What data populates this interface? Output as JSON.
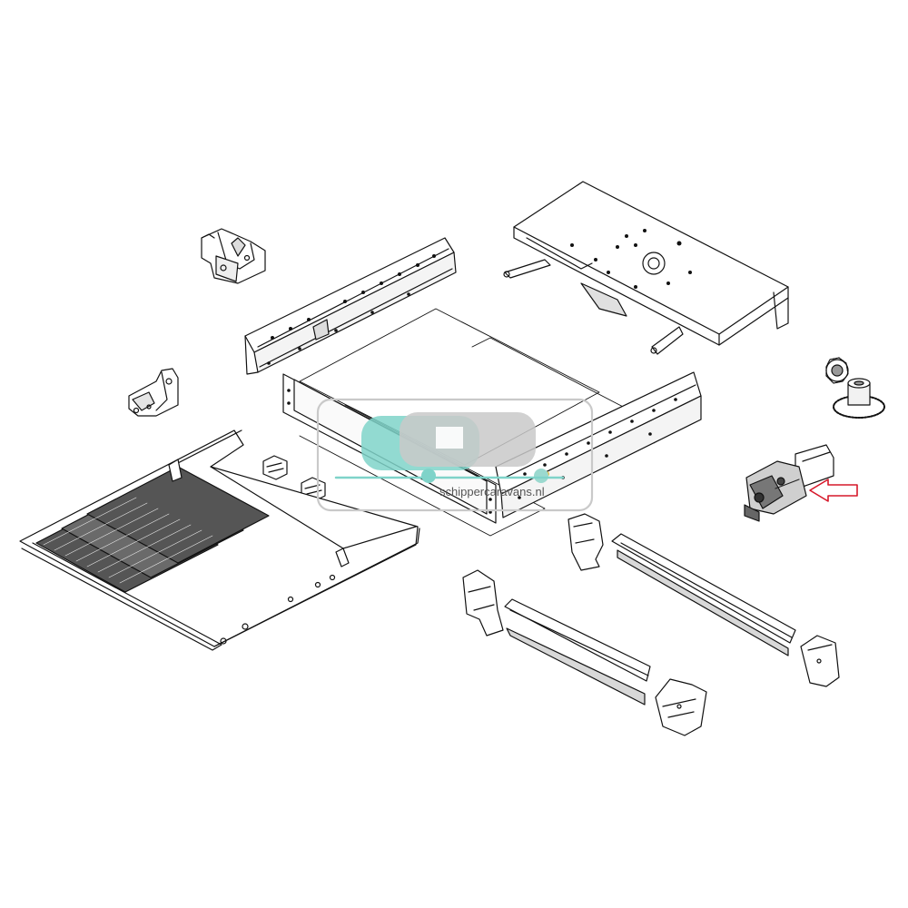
{
  "watermark": {
    "text": "schippercaravans.nl",
    "accent_color": "#7fd3c9",
    "secondary_color": "#c9c9c9"
  },
  "diagram": {
    "style": "exploded line drawing of sliding caravan step assembly",
    "highlight_color": "#d6182a",
    "highlight_target": "motor-gearbox"
  }
}
